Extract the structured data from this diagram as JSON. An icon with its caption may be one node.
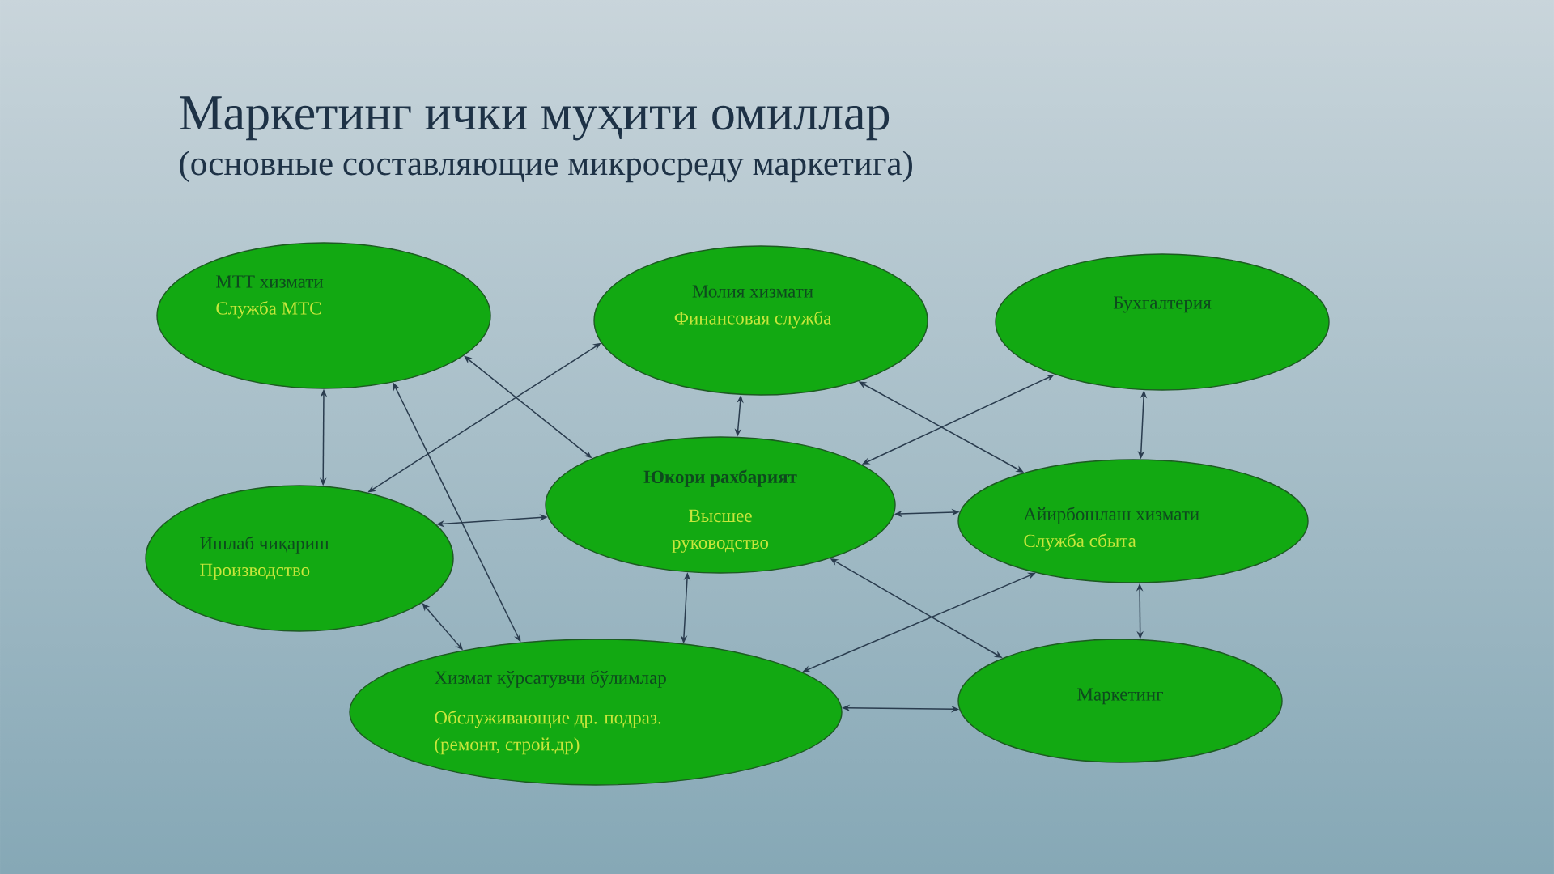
{
  "diagram": {
    "title": "Маркетинг ички муҳити омиллар",
    "nodes": [
      {
        "text": [
          "МТТ хизмати",
          "Служба МТС"
        ]
      },
      {
        "text": [
          "Молия хизмати",
          "Финансовая служба"
        ]
      },
      {
        "text": [
          "Бухгалтерия"
        ]
      },
      {
        "text": [
          "Ишлаб чиқариш",
          "Производство"
        ]
      },
      {
        "text": [
          "Юкори рахбарият",
          "Высшее руководство"
        ]
      },
      {
        "text": [
          "Айирбошлаш хизмати",
          "Служба сбыта"
        ]
      },
      {
        "text": [
          "Хизмат кўрсатувчи бўлимлар",
          "Обслуживающие др. подраз. (ремонт, строй.др)"
        ]
      },
      {
        "text": [
          "Маркетинг"
        ]
      }
    ],
    "edges": [
      {
        "from": 0,
        "to": 3,
        "arrow": "both"
      },
      {
        "from": 0,
        "to": 6,
        "arrow": "both"
      },
      {
        "from": 0,
        "to": 4,
        "arrow": "both"
      },
      {
        "from": 3,
        "to": 1,
        "arrow": "both"
      },
      {
        "from": 1,
        "to": 4,
        "arrow": "both"
      },
      {
        "from": 1,
        "to": 5,
        "arrow": "both"
      },
      {
        "from": 4,
        "to": 2,
        "arrow": "both"
      },
      {
        "from": 2,
        "to": 5,
        "arrow": "both"
      },
      {
        "from": 3,
        "to": 4,
        "arrow": "both"
      },
      {
        "from": 4,
        "to": 5,
        "arrow": "both"
      },
      {
        "from": 3,
        "to": 6,
        "arrow": "both"
      },
      {
        "from": 4,
        "to": 6,
        "arrow": "both"
      },
      {
        "from": 4,
        "to": 7,
        "arrow": "both"
      },
      {
        "from": 6,
        "to": 5,
        "arrow": "both"
      },
      {
        "from": 6,
        "to": 7,
        "arrow": "both"
      },
      {
        "from": 5,
        "to": 7,
        "arrow": "both"
      }
    ],
    "labels": [
      "(основные составляющие микросреду маркетига)"
    ]
  }
}
